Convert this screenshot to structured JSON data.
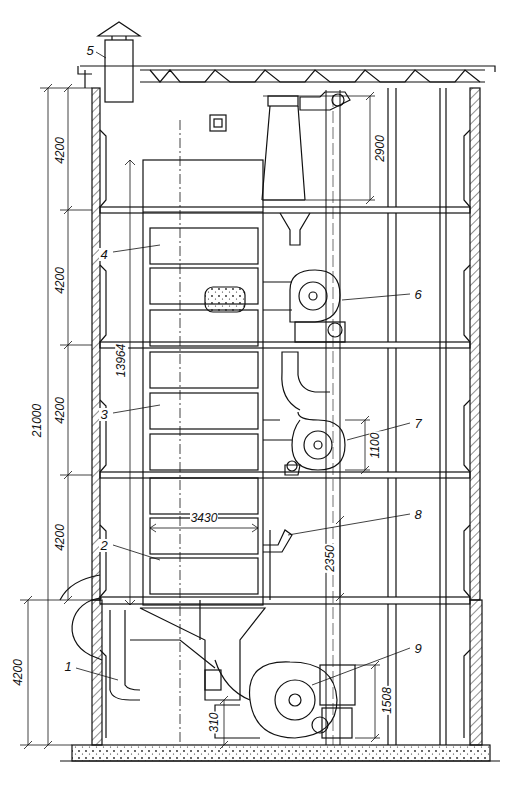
{
  "diagram": {
    "labels": [
      "5",
      "4200",
      "2900",
      "4200",
      "4",
      "6",
      "13964",
      "21000",
      "4200",
      "3",
      "7",
      "1100",
      "4200",
      "3430",
      "8",
      "2350",
      "2",
      "4200",
      "1",
      "9",
      "1508",
      "310"
    ]
  }
}
